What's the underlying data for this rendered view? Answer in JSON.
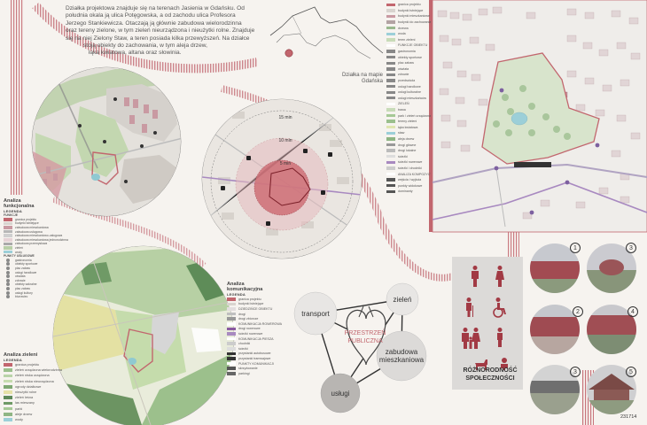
{
  "intro": {
    "lines": [
      "Działka projektowa znajduje się na terenach Jasienia w Gdańsku. Od",
      "południa okala ją ulica Potęgowska, a od zachodu ulica Profesora",
      "Jerzego Stankiewicza. Otaczają ją głównie zabudowa wielorodzinna",
      "oraz tereny zielone, w tym zieleń nieurządzona i nieużytki rolne. Znajduje",
      "się na niej Zielony Staw, a teren posiada kilka przewyższeń. Na działce",
      "stoją obiekty do zachowania, w tym aleja drzew,",
      "łąka kwiatowa, altana oraz słowinia."
    ]
  },
  "location": {
    "line1": "Działka na mapie",
    "line2": "Gdańska"
  },
  "analysis_functional": {
    "title_line1": "Analiza",
    "title_line2": "funkcjonalna",
    "legend_label": "LEGENDA",
    "group_label": "FUNKCJE",
    "items": [
      {
        "label": "granica projektu",
        "color": "#c2666e"
      },
      {
        "label": "budynki istniejące",
        "color": "#d9d4cf"
      },
      {
        "label": "zabudowa mieszkaniowa",
        "color": "#c99aa2"
      },
      {
        "label": "zabudowa usługowa",
        "color": "#b7b7b7"
      },
      {
        "label": "zabudowa mieszkaniowo-usługowa",
        "color": "#cfcfcf"
      },
      {
        "label": "zabudowa mieszkaniowa jednorodzinna",
        "color": "#e6d3d6"
      },
      {
        "label": "zabudowa przemysłowa",
        "color": "#a9a9a9"
      },
      {
        "label": "zieleń",
        "color": "#b8cfa8"
      },
      {
        "label": "wody",
        "color": "#9ccfd8"
      }
    ],
    "group2_label": "PUNKTY USŁUGOWE",
    "items2": [
      {
        "label": "gastronomia",
        "color": "#888"
      },
      {
        "label": "obiekty sportowe",
        "color": "#888"
      },
      {
        "label": "plac zabaw",
        "color": "#888"
      },
      {
        "label": "usługi handlowe",
        "color": "#888"
      },
      {
        "label": "oświata",
        "color": "#888"
      },
      {
        "label": "zdrowie",
        "color": "#888"
      },
      {
        "label": "obiekty sakralne",
        "color": "#888"
      },
      {
        "label": "plac zabaw",
        "color": "#888"
      },
      {
        "label": "usługi kultury",
        "color": "#888"
      },
      {
        "label": "biurowiec",
        "color": "#888"
      }
    ]
  },
  "analysis_green": {
    "title": "Analiza zieleni",
    "legend_label": "LEGENDA",
    "items": [
      {
        "label": "granica projektu",
        "color": "#c2666e"
      },
      {
        "label": "zieleń urządzona wielorodzinna",
        "color": "#9bbf8d"
      },
      {
        "label": "zieleń niska urządzona",
        "color": "#b9d3a8"
      },
      {
        "label": "zieleń niska nieurządzona",
        "color": "#c6dcae"
      },
      {
        "label": "ogrody działkowe",
        "color": "#7ea872"
      },
      {
        "label": "nieużytki rolne",
        "color": "#e6e2a7"
      },
      {
        "label": "zieleń leśna",
        "color": "#5f8a5a"
      },
      {
        "label": "las mieszany",
        "color": "#6f9a66"
      },
      {
        "label": "parki",
        "color": "#a6c996"
      },
      {
        "label": "aleje drzew",
        "color": "#8fb584"
      },
      {
        "label": "wody",
        "color": "#9ccfd8"
      }
    ]
  },
  "analysis_comm": {
    "title_line1": "Analiza",
    "title_line2": "komunikacyjna",
    "legend_label": "LEGENDA",
    "items": [
      {
        "label": "granica projektu",
        "color": "#c2666e"
      },
      {
        "label": "budynki istniejące",
        "color": "#d9d4cf"
      },
      {
        "label": "DZIEDZIŃCE OBIEKTU",
        "color": "#e3dede"
      },
      {
        "label": "drogi",
        "color": "#bfbfbf"
      },
      {
        "label": "drogi zbiorcze",
        "color": "#999"
      },
      {
        "label": "KOMUNIKACJA ROWEROWA",
        "color": "#ffffff"
      },
      {
        "label": "drogi rowerowe",
        "color": "#8a5aa0"
      },
      {
        "label": "ścieżki rowerowe",
        "color": "#a889c0"
      },
      {
        "label": "KOMUNIKACJA PIESZA",
        "color": "#ffffff"
      },
      {
        "label": "chodniki",
        "color": "#cccccc"
      },
      {
        "label": "ścieżki",
        "color": "#dddddd"
      },
      {
        "label": "przystanki autobusowe",
        "color": "#333"
      },
      {
        "label": "przystanki tramwajowe",
        "color": "#333"
      },
      {
        "label": "PUNKTY KOMUNIKACJI",
        "color": "#ffffff"
      },
      {
        "label": "skrzyżowanie",
        "color": "#555"
      },
      {
        "label": "parkingi",
        "color": "#666"
      }
    ]
  },
  "rings": [
    {
      "label": "15 min"
    },
    {
      "label": "10 min"
    },
    {
      "label": "5 min"
    }
  ],
  "right_legend": {
    "items": [
      {
        "label": "granica projektu",
        "color": "#c2666e"
      },
      {
        "label": "budynki istniejące",
        "color": "#d9d4cf"
      },
      {
        "label": "budynki mieszkaniowe",
        "color": "#c99aa2"
      },
      {
        "label": "budynki do zachowania",
        "color": "#b3a3a3"
      },
      {
        "label": "drzewa",
        "color": "#9ab88e"
      },
      {
        "label": "woda",
        "color": "#9ccfd8"
      },
      {
        "label": "teren zieleni",
        "color": "#c8dbb8"
      },
      {
        "label": "FUNKCJE OBIEKTU",
        "color": "#ffffff"
      },
      {
        "label": "gastronomia",
        "color": "#888"
      },
      {
        "label": "obiekty sportowe",
        "color": "#888"
      },
      {
        "label": "plac zabaw",
        "color": "#888"
      },
      {
        "label": "oświata",
        "color": "#888"
      },
      {
        "label": "zdrowie",
        "color": "#888"
      },
      {
        "label": "przedszkola",
        "color": "#888"
      },
      {
        "label": "usługi handlowe",
        "color": "#888"
      },
      {
        "label": "usługi kulturalne",
        "color": "#888"
      },
      {
        "label": "usługi mieszkańców",
        "color": "#888"
      },
      {
        "label": "ZIELEŃ",
        "color": "#ffffff"
      },
      {
        "label": "trawa",
        "color": "#c8dbb8"
      },
      {
        "label": "park / zieleń urządzona",
        "color": "#a6c996"
      },
      {
        "label": "tereny zieleni",
        "color": "#9bbf8d"
      },
      {
        "label": "łąka kwiatowa",
        "color": "#dfe6b0"
      },
      {
        "label": "staw",
        "color": "#9ccfd8"
      },
      {
        "label": "aleja drzew",
        "color": "#8fb584"
      },
      {
        "label": "drogi główne",
        "color": "#999"
      },
      {
        "label": "drogi lokalne",
        "color": "#bbb"
      },
      {
        "label": "ścieżki",
        "color": "#ddd"
      },
      {
        "label": "ścieżki rowerowe",
        "color": "#a889c0"
      },
      {
        "label": "ścieżki i chodniki",
        "color": "#ccc"
      },
      {
        "label": "ANALIZA KOMPOZYCYJNA",
        "color": "#ffffff"
      },
      {
        "label": "wejścia i wyjścia",
        "color": "#555"
      },
      {
        "label": "punkty widokowe",
        "color": "#555"
      },
      {
        "label": "dominanty",
        "color": "#555"
      }
    ]
  },
  "diagram": {
    "center_line1": "PRZESTRZEŃ",
    "center_line2": "PUBLICZNA",
    "nodes": {
      "transport": "transport",
      "green": "zieleń",
      "housing_line1": "zabudowa",
      "housing_line2": "mieszkaniowa",
      "services": "usługi"
    }
  },
  "community": {
    "line1": "RÓŻNORODNOŚĆ",
    "line2": "SPOŁECZNOŚCI"
  },
  "photos": [
    {
      "num": "1"
    },
    {
      "num": "3"
    },
    {
      "num": "2"
    },
    {
      "num": "4"
    },
    {
      "num": "3"
    },
    {
      "num": "5"
    }
  ],
  "code": "231714"
}
